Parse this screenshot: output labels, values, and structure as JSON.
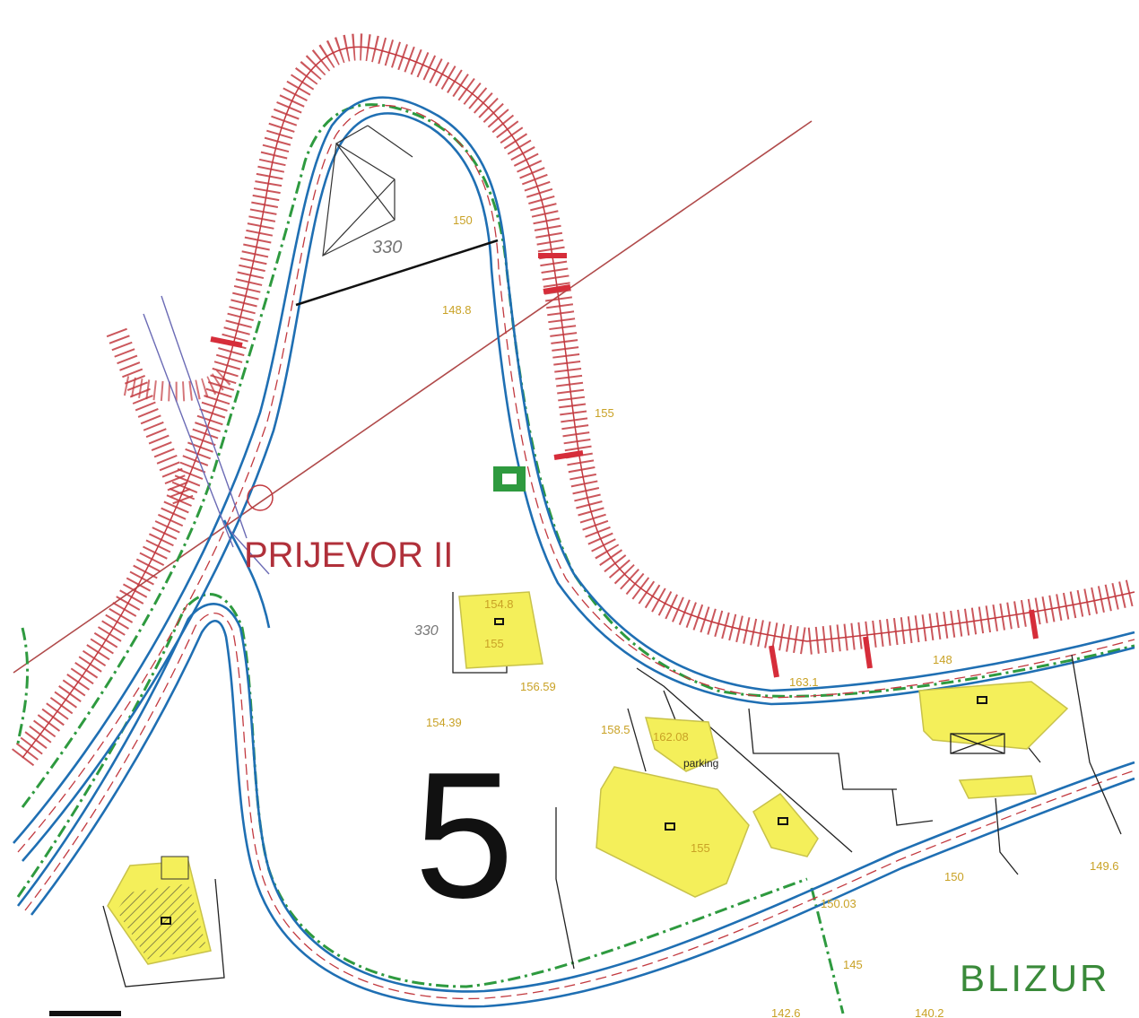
{
  "labels": {
    "area_name": "PRIJEVOR II",
    "zone_number": "5",
    "area_name_2": "BLIZUR",
    "parking": "parking",
    "contour_value": "330",
    "contour_value_2": "330"
  },
  "elevations": [
    "150",
    "148.8",
    "155",
    "154.8",
    "155",
    "156.59",
    "154.39",
    "158.5",
    "162.08",
    "155",
    "150",
    "149.6",
    "150.03",
    "145",
    "142.6",
    "140.2",
    "148",
    "163.1"
  ],
  "colors": {
    "road_edge": "#1f6fb3",
    "green_boundary": "#2e9a3f",
    "slope_hatch": "#c2393f",
    "buildings": "#f4ef5a",
    "area_name_color": "#b0303a",
    "zone_number_color": "#111111",
    "area_name_2_color": "#3a8a3a",
    "elevation_color": "#c9a226"
  }
}
